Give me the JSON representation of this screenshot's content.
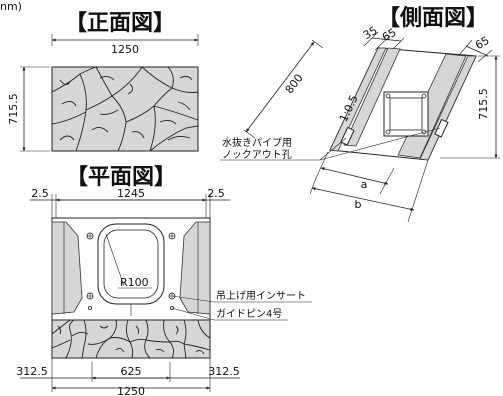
{
  "partial_text": "nm)",
  "front_view": {
    "title": "【正面図】",
    "width": "1250",
    "height": "715.5"
  },
  "side_view": {
    "title": "【側面図】",
    "dim_35": "35",
    "dim_65a": "65",
    "dim_65b": "65",
    "dim_800": "800",
    "slope": "1:0.5",
    "height": "715.5",
    "a": "a",
    "b": "b",
    "knockout_line1": "水抜きパイプ用",
    "knockout_line2": "ノックアウト孔"
  },
  "plan_view": {
    "title": "【平面図】",
    "left_gap": "2.5",
    "width": "1245",
    "right_gap": "2.5",
    "radius": "R100",
    "insert_label": "吊上げ用インサート",
    "guide_pin_label": "ガイドピン4号",
    "bottom_left": "312.5",
    "bottom_center": "625",
    "bottom_right": "312.5",
    "bottom_total": "1250"
  }
}
